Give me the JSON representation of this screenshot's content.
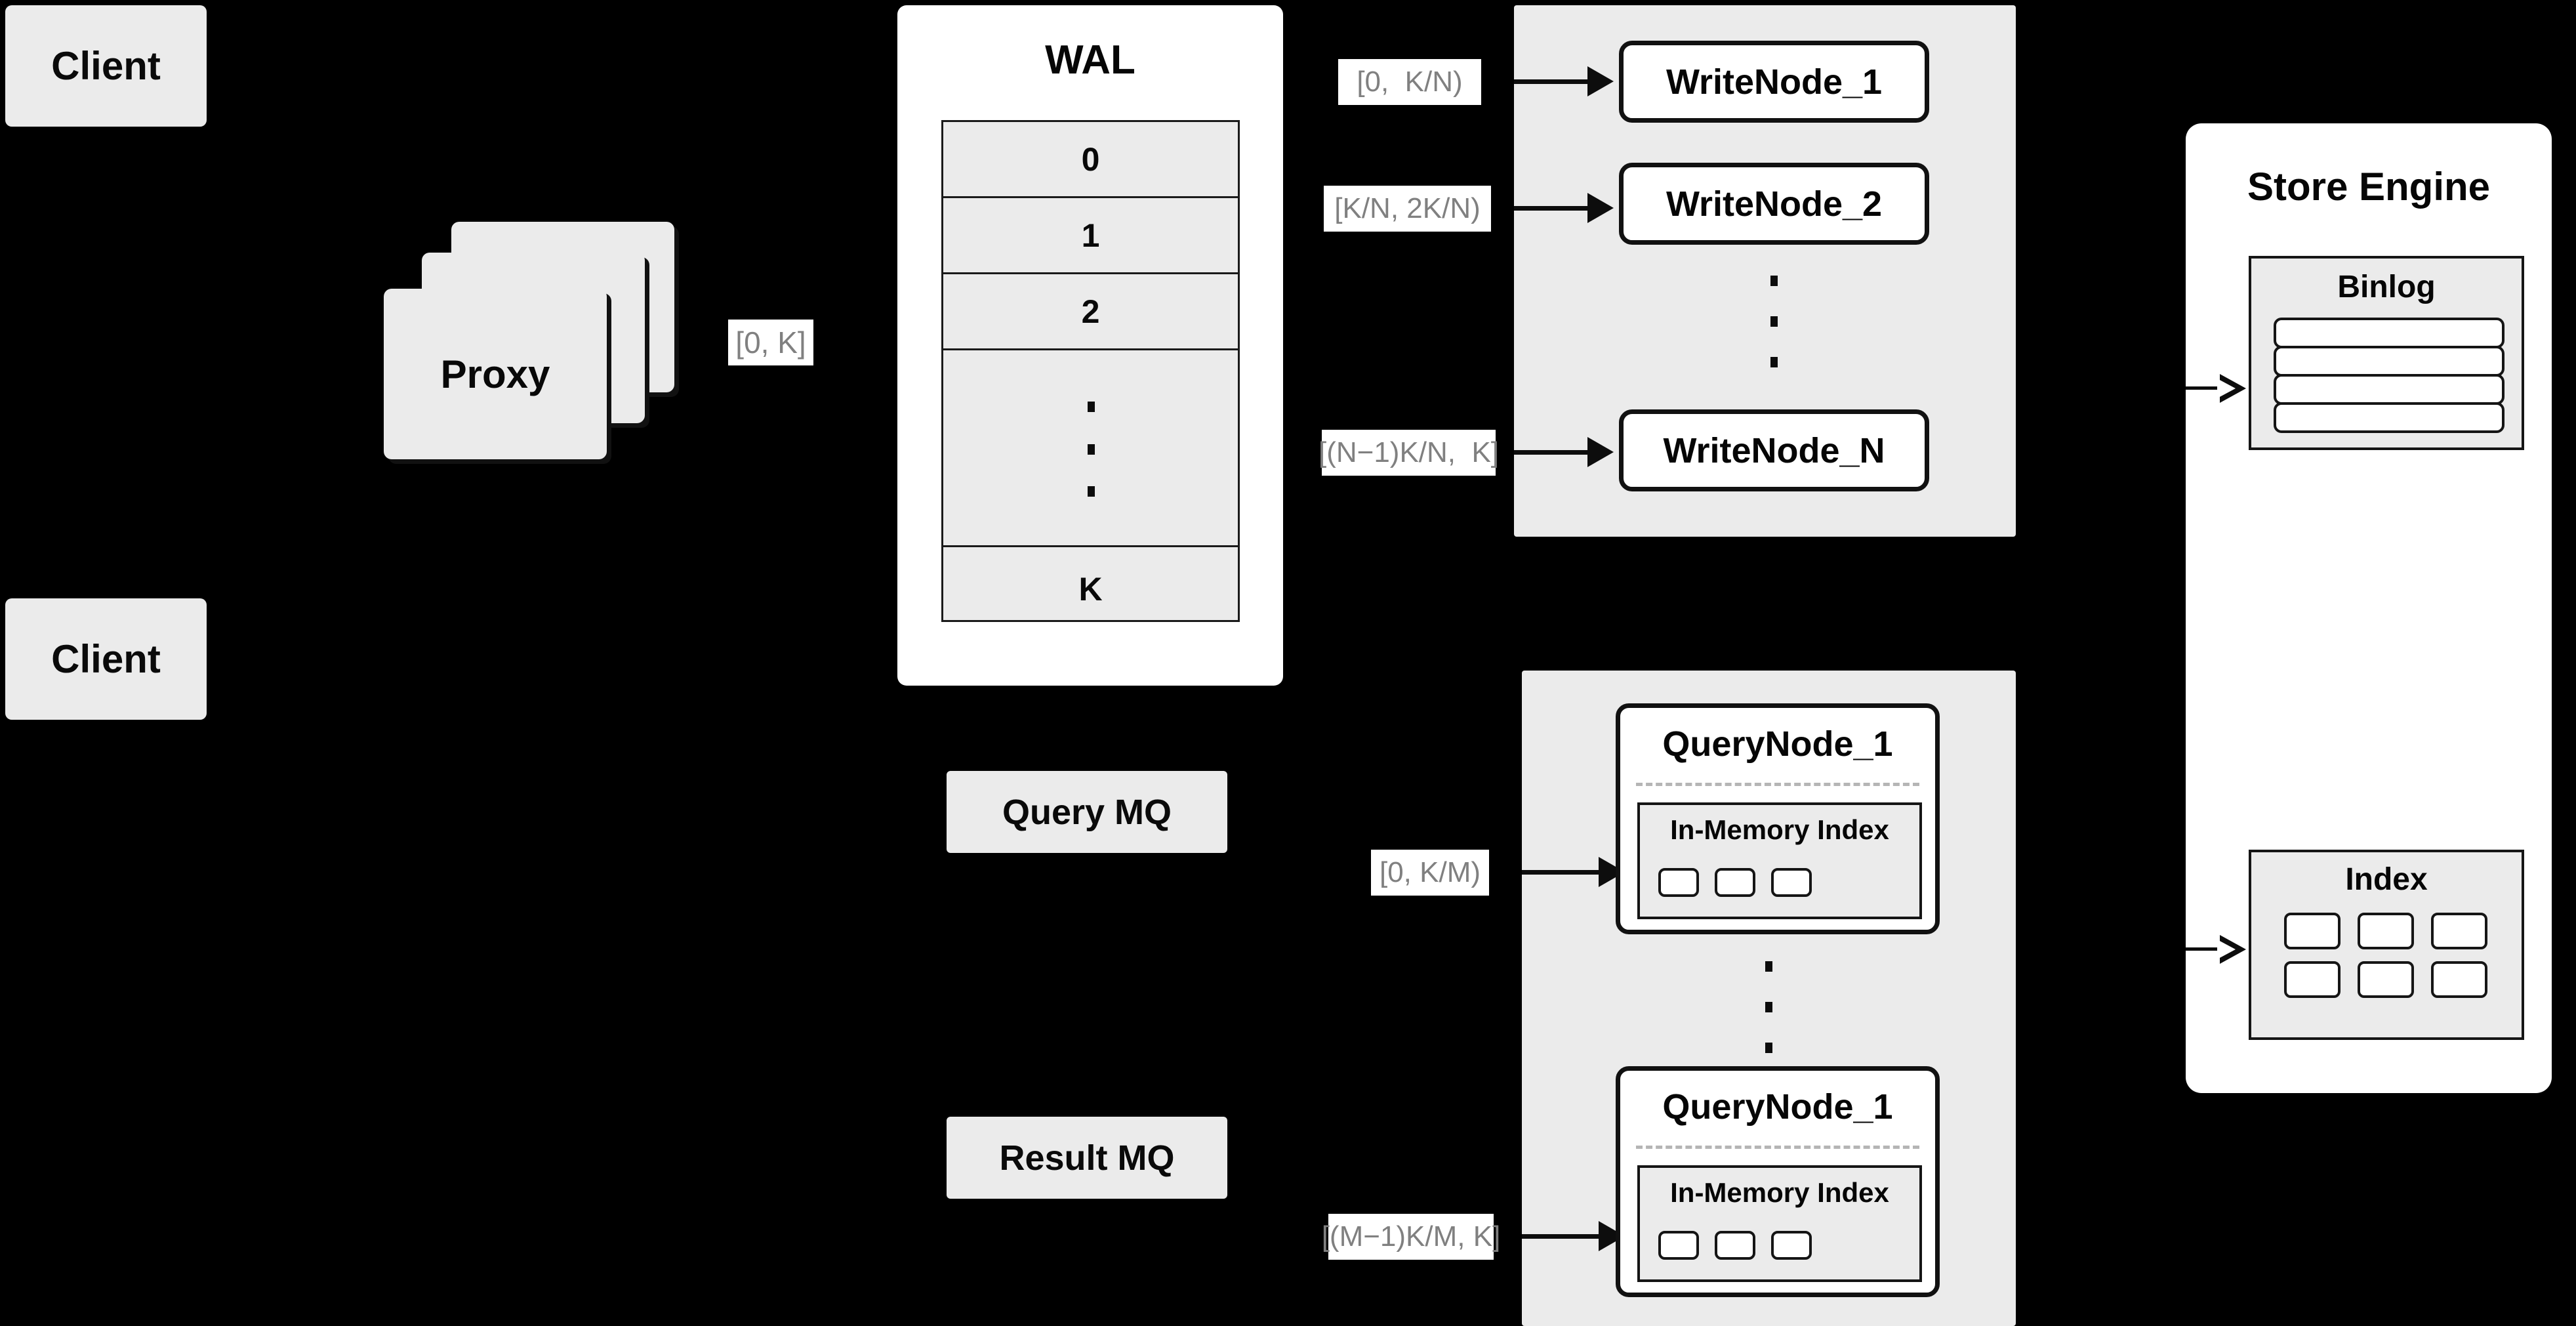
{
  "diagram": {
    "title": "Distributed Vector Database Architecture",
    "background_color": "#000000",
    "panel_gray": "#ebebeb",
    "panel_white": "#ffffff",
    "stroke_color": "#111111",
    "edge_label_color": "#808080"
  },
  "clients": [
    {
      "label": "Client"
    },
    {
      "label": "Client"
    }
  ],
  "proxy": {
    "label": "Proxy",
    "stack_count": 3
  },
  "wal": {
    "title": "WAL",
    "rows": [
      "0",
      "1",
      "2",
      "",
      "K"
    ],
    "ellipsis_row_index": 3,
    "ellipsis_dots": 3
  },
  "edge_labels": {
    "proxy_to_wal": "[0, K]",
    "write_node_1": "[0,  K/N)",
    "write_node_2": "[K/N, 2K/N)",
    "write_node_n": "[(N−1)K/N,  K]",
    "query_node_1": "[0, K/M)",
    "query_node_m": "[(M−1)K/M, K]"
  },
  "write_panel": {
    "nodes": [
      {
        "label": "WriteNode_1"
      },
      {
        "label": "WriteNode_2"
      },
      {
        "label": "WriteNode_N"
      }
    ],
    "ellipsis_dots": 3
  },
  "message_queues": [
    {
      "label": "Query MQ"
    },
    {
      "label": "Result MQ"
    }
  ],
  "query_panel": {
    "nodes": [
      {
        "label": "QueryNode_1",
        "index_title": "In-Memory Index",
        "cells": 3
      },
      {
        "label": "QueryNode_1",
        "index_title": "In-Memory Index",
        "cells": 3
      }
    ],
    "ellipsis_dots": 3
  },
  "store_engine": {
    "title": "Store Engine",
    "binlog": {
      "title": "Binlog",
      "rows": 4
    },
    "index": {
      "title": "Index",
      "cells_per_row": 3,
      "rows": 2
    }
  }
}
